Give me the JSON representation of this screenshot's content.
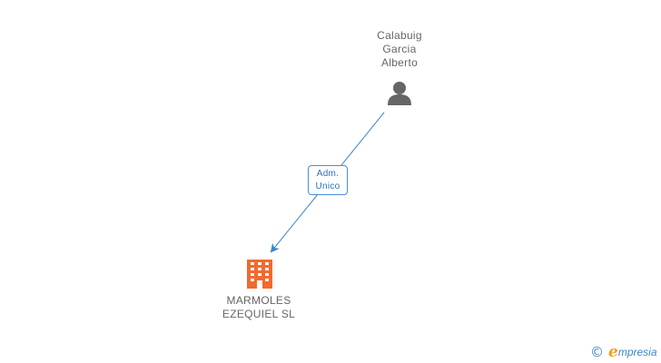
{
  "diagram": {
    "person": {
      "name_lines": [
        "Calabuig",
        "Garcia",
        "Alberto"
      ],
      "icon": "person-icon",
      "color": "#666666"
    },
    "company": {
      "name_lines": [
        "MARMOLES",
        "EZEQUIEL SL"
      ],
      "icon": "building-icon",
      "color": "#f26a2f"
    },
    "edge": {
      "label_lines": [
        "Adm.",
        "Unico"
      ],
      "color": "#3a86c8"
    }
  },
  "branding": {
    "copyright_symbol": "©",
    "logo_letter": "e",
    "logo_text": "mpresia"
  }
}
